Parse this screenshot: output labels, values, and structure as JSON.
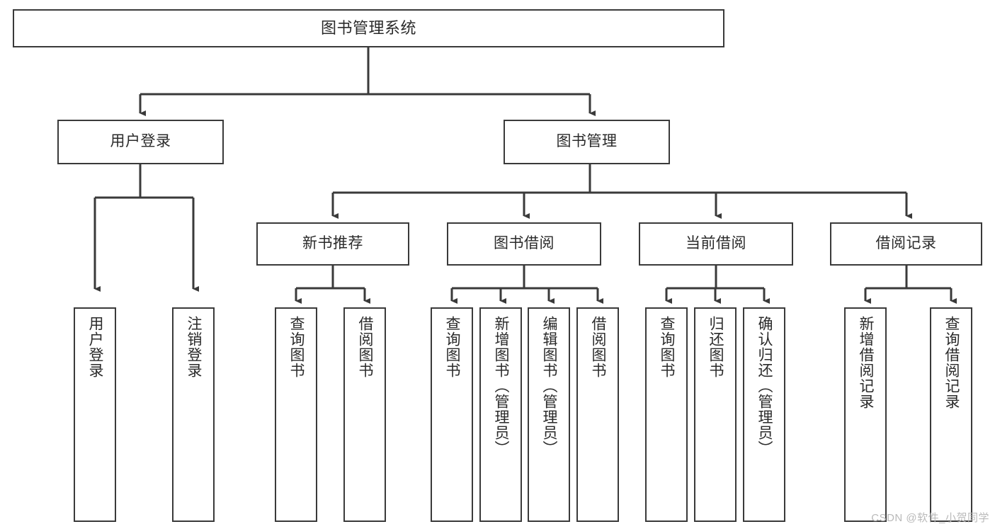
{
  "diagram": {
    "type": "tree-hierarchy",
    "title": "图书管理系统",
    "orientation": "top-down",
    "colors": {
      "box_border": "#3a3a3a",
      "box_fill": "#ffffff",
      "connector": "#3a3a3a",
      "text": "#2a2a2a",
      "watermark": "#b9b9b9",
      "background": "#ffffff"
    },
    "nodes": {
      "root": {
        "label": "图书管理系统"
      },
      "level2": [
        {
          "id": "user-login",
          "label": "用户登录"
        },
        {
          "id": "book-management",
          "label": "图书管理"
        }
      ],
      "level3": [
        {
          "id": "new-book-recommend",
          "label": "新书推荐"
        },
        {
          "id": "book-borrow",
          "label": "图书借阅"
        },
        {
          "id": "current-borrow",
          "label": "当前借阅"
        },
        {
          "id": "borrow-record",
          "label": "借阅记录"
        }
      ],
      "leaves": {
        "user_login": [
          {
            "id": "leaf-user-login",
            "label": "用户登录"
          },
          {
            "id": "leaf-logout-login",
            "label": "注销登录"
          }
        ],
        "new_book_recommend": [
          {
            "id": "leaf-query-book-1",
            "label": "查询图书"
          },
          {
            "id": "leaf-borrow-book-1",
            "label": "借阅图书"
          }
        ],
        "book_borrow": [
          {
            "id": "leaf-query-book-2",
            "label": "查询图书"
          },
          {
            "id": "leaf-add-book",
            "label": "新增图书（管理员）"
          },
          {
            "id": "leaf-edit-book",
            "label": "编辑图书（管理员）"
          },
          {
            "id": "leaf-borrow-book-2",
            "label": "借阅图书"
          }
        ],
        "current_borrow": [
          {
            "id": "leaf-query-book-3",
            "label": "查询图书"
          },
          {
            "id": "leaf-return-book",
            "label": "归还图书"
          },
          {
            "id": "leaf-confirm-return",
            "label": "确认归还（管理员）"
          }
        ],
        "borrow_record": [
          {
            "id": "leaf-add-record",
            "label": "新增借阅记录"
          },
          {
            "id": "leaf-query-record",
            "label": "查询借阅记录"
          }
        ]
      }
    }
  },
  "watermark": {
    "text": "CSDN @软件_小贺同学"
  }
}
